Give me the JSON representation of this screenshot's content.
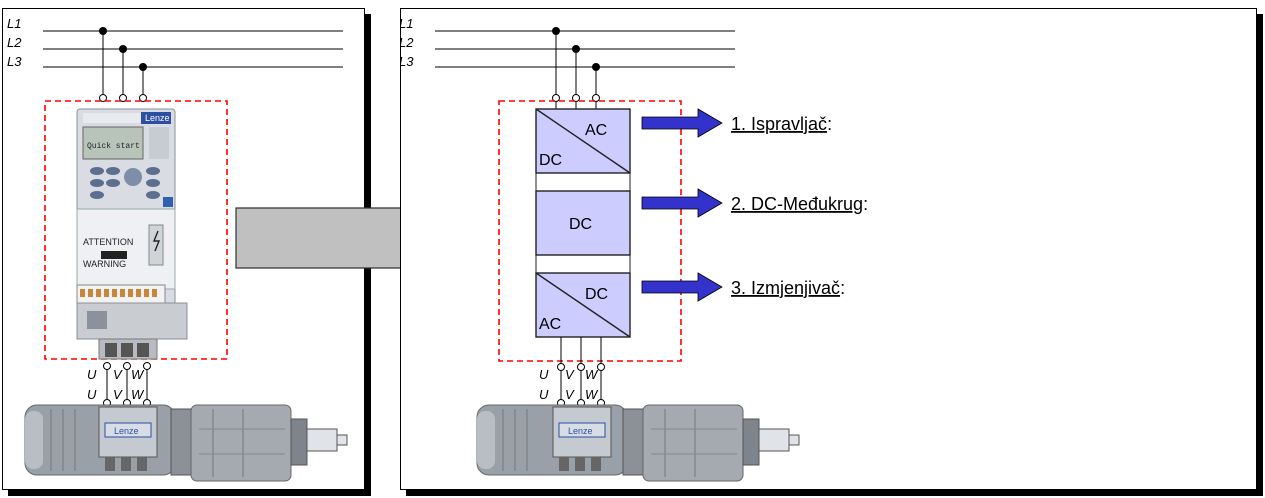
{
  "lines": [
    "L1",
    "L2",
    "L3"
  ],
  "motor_phases": [
    "U",
    "V",
    "W"
  ],
  "drive": {
    "brand": "Lenze",
    "lcd_text": "Quick start",
    "attention": "ATTENTION",
    "warning": "WARNING"
  },
  "motor_badge": "Lenze",
  "blocks": [
    {
      "top": "AC",
      "bottom": "DC"
    },
    {
      "label": "DC"
    },
    {
      "top": "DC",
      "bottom": "AC"
    }
  ],
  "stages": [
    {
      "number": "1.",
      "name": "Ispravljač",
      "suffix": ":"
    },
    {
      "number": "2.",
      "name": "DC-Međukrug",
      "suffix": ":"
    },
    {
      "number": "3.",
      "name": "Izmjenjivač",
      "suffix": ":"
    }
  ],
  "colors": {
    "block_fill": "#ccccff",
    "frame_dash": "#ff0000",
    "arrow_blue": "#3333cc",
    "big_arrow": "#c0c0c0"
  },
  "icons": [
    "big-arrow-icon",
    "blue-arrow-icon",
    "motor-icon",
    "drive-unit-icon"
  ]
}
